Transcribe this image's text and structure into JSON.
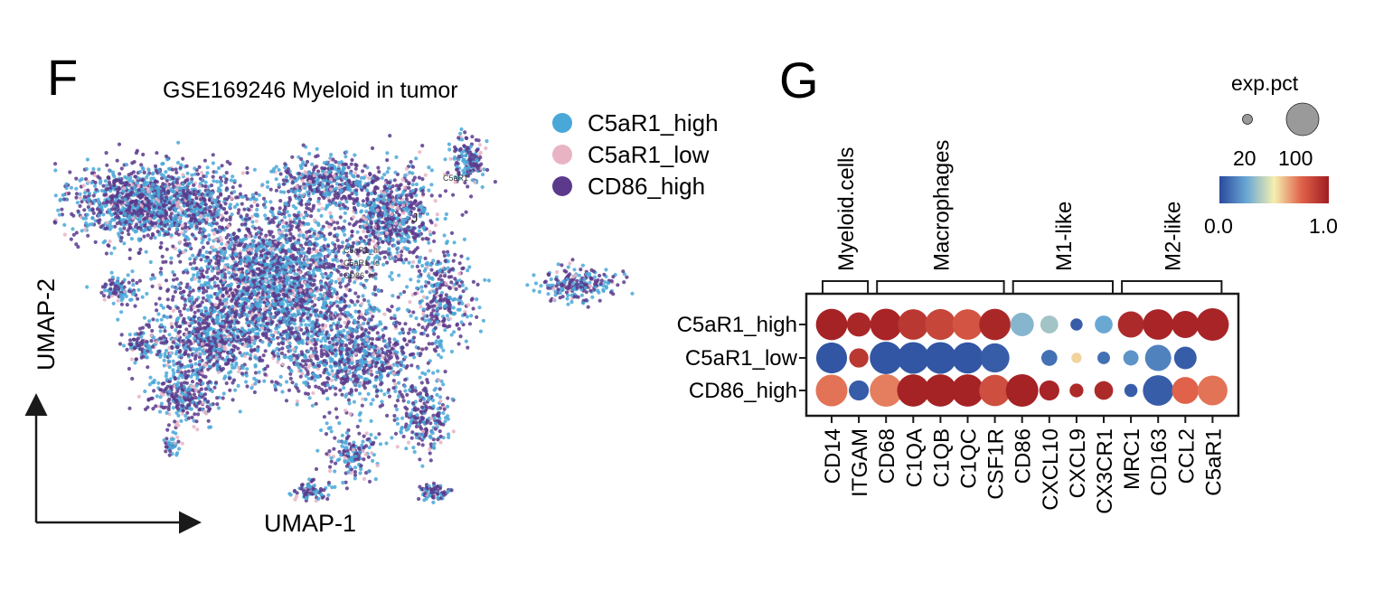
{
  "panel_f": {
    "letter": "F",
    "title": "GSE169246 Myeloid in tumor",
    "xlabel": "UMAP-1",
    "ylabel": "UMAP-2",
    "in_plot_labels": [
      "C5aR1_hi",
      "C5aR1_lo",
      "CD86_hi",
      "C5aR1",
      "J"
    ]
  },
  "panel_g": {
    "letter": "G",
    "size_legend": {
      "title": "exp.pct",
      "labels": [
        "20",
        "100"
      ]
    },
    "color_legend": {
      "min_label": "0.0",
      "max_label": "1.0"
    }
  },
  "chart_data": [
    {
      "type": "scatter",
      "title": "GSE169246 Myeloid in tumor",
      "xlabel": "UMAP-1",
      "ylabel": "UMAP-2",
      "legend_position": "right",
      "series": [
        {
          "name": "C5aR1_high",
          "color": "#4aa8d8"
        },
        {
          "name": "C5aR1_low",
          "color": "#e8b4c4"
        },
        {
          "name": "CD86_high",
          "color": "#5b3a8c"
        }
      ]
    },
    {
      "type": "heatmap",
      "subtype": "dotplot",
      "groups": [
        "C5aR1_high",
        "C5aR1_low",
        "CD86_high"
      ],
      "genes": [
        "CD14",
        "ITGAM",
        "CD68",
        "C1QA",
        "C1QB",
        "C1QC",
        "CSF1R",
        "CD86",
        "CXCL10",
        "CXCL9",
        "CX3CR1",
        "MRC1",
        "CD163",
        "CCL2",
        "C5aR1"
      ],
      "gene_sets": [
        {
          "label": "Myeloid.cells",
          "genes": [
            "CD14",
            "ITGAM"
          ]
        },
        {
          "label": "Macrophages",
          "genes": [
            "CD68",
            "C1QA",
            "C1QB",
            "C1QC",
            "CSF1R"
          ]
        },
        {
          "label": "M1-like",
          "genes": [
            "CD86",
            "CXCL10",
            "CXCL9",
            "CX3CR1"
          ]
        },
        {
          "label": "M2-like",
          "genes": [
            "MRC1",
            "CD163",
            "CCL2",
            "C5aR1"
          ]
        }
      ],
      "exp_pct": [
        [
          93,
          55,
          95,
          88,
          90,
          88,
          93,
          52,
          30,
          14,
          30,
          65,
          88,
          70,
          100
        ],
        [
          90,
          35,
          100,
          95,
          95,
          92,
          80,
          0,
          24,
          10,
          15,
          22,
          65,
          48,
          0
        ],
        [
          95,
          38,
          100,
          98,
          98,
          98,
          93,
          100,
          38,
          18,
          33,
          16,
          88,
          68,
          84
        ]
      ],
      "scaled_expression": [
        [
          0.98,
          0.96,
          0.97,
          0.9,
          0.85,
          0.8,
          0.96,
          0.3,
          0.35,
          0.05,
          0.25,
          0.95,
          0.97,
          0.97,
          0.97
        ],
        [
          0.03,
          0.9,
          0.03,
          0.03,
          0.03,
          0.03,
          0.05,
          null,
          0.1,
          0.55,
          0.1,
          0.2,
          0.15,
          0.05,
          null
        ],
        [
          0.72,
          0.05,
          0.7,
          0.98,
          0.98,
          0.98,
          0.82,
          0.98,
          0.97,
          0.95,
          0.95,
          0.05,
          0.05,
          0.75,
          0.72
        ]
      ],
      "size_legend": {
        "title": "exp.pct",
        "values": [
          20,
          100
        ]
      },
      "color_scale": {
        "min": 0.0,
        "max": 1.0,
        "colors": [
          "#2a4a9e",
          "#f5efb0",
          "#a01c22"
        ]
      }
    }
  ]
}
